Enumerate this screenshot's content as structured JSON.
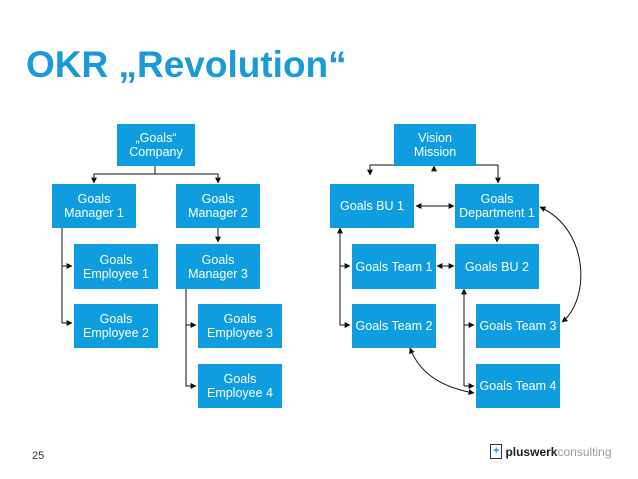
{
  "slide": {
    "title": "OKR „Revolution“",
    "page_number": "25",
    "accent_color": "#1a9ad6",
    "box_color": "#0e9ee0"
  },
  "left_tree": {
    "company": [
      "„Goals“",
      "Company"
    ],
    "manager1": [
      "Goals",
      "Manager 1"
    ],
    "manager2": [
      "Goals",
      "Manager 2"
    ],
    "employee1": [
      "Goals",
      "Employee 1"
    ],
    "employee2": [
      "Goals",
      "Employee 2"
    ],
    "manager3": [
      "Goals",
      "Manager 3"
    ],
    "employee3": [
      "Goals",
      "Employee 3"
    ],
    "employee4": [
      "Goals",
      "Employee 4"
    ]
  },
  "right_network": {
    "vision": [
      "Vision",
      "Mission"
    ],
    "goals_bu1": "Goals BU 1",
    "goals_department1": [
      "Goals",
      "Department 1"
    ],
    "goals_team1": "Goals Team 1",
    "goals_bu2": "Goals BU 2",
    "goals_team2": "Goals Team 2",
    "goals_team3": "Goals Team 3",
    "goals_team4": "Goals Team 4"
  },
  "logo": {
    "mark_plus": "+",
    "brand": "pluswerk",
    "suffix": "consulting"
  }
}
